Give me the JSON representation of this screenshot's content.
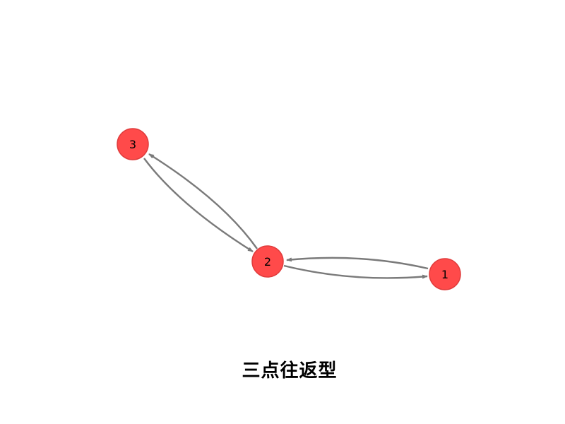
{
  "diagram": {
    "title": "三点往返型",
    "node_color": "#ff4a4a",
    "node_stroke": "#e03c3c",
    "edge_color": "#7a7a7a",
    "nodes": [
      {
        "id": "n1",
        "label": "1"
      },
      {
        "id": "n2",
        "label": "2"
      },
      {
        "id": "n3",
        "label": "3"
      }
    ],
    "edges": [
      {
        "from": "1",
        "to": "2"
      },
      {
        "from": "2",
        "to": "1"
      },
      {
        "from": "2",
        "to": "3"
      },
      {
        "from": "3",
        "to": "2"
      }
    ]
  }
}
